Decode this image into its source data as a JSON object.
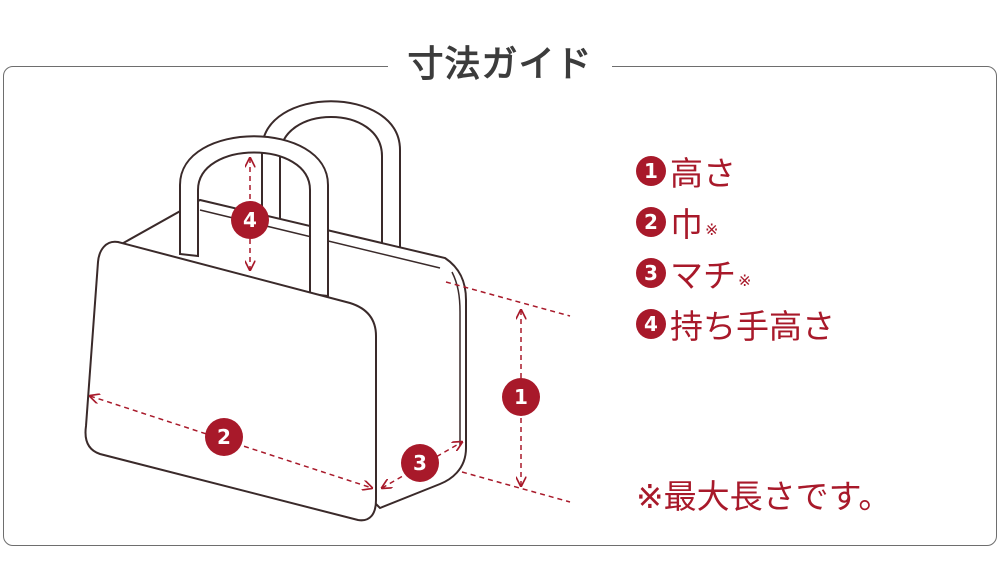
{
  "title": "寸法ガイド",
  "legend": [
    {
      "num": "1",
      "label": "高さ",
      "mark": ""
    },
    {
      "num": "2",
      "label": "巾",
      "mark": "※"
    },
    {
      "num": "3",
      "label": "マチ",
      "mark": "※"
    },
    {
      "num": "4",
      "label": "持ち手高さ",
      "mark": ""
    }
  ],
  "diagram_labels": {
    "height": "1",
    "width": "2",
    "depth": "3",
    "handle": "4"
  },
  "note": "※最大長さです。",
  "colors": {
    "accent": "#a8192a",
    "outline": "#3a2a2a",
    "frame": "#6e6e6e",
    "title": "#3c3c3c"
  }
}
